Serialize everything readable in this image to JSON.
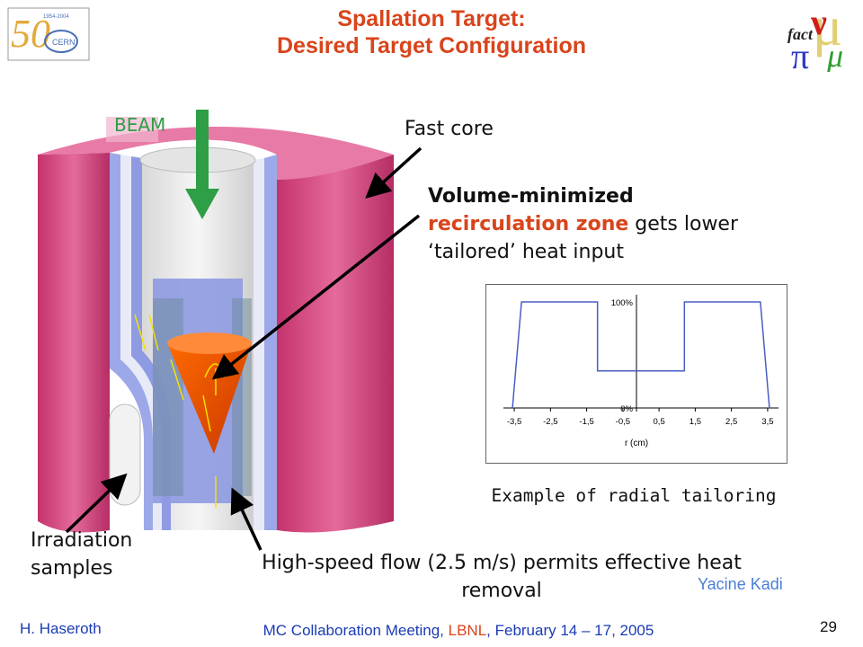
{
  "title": {
    "line1": "Spallation Target:",
    "line2": "Desired Target Configuration"
  },
  "logos": {
    "cern_text": "CERN",
    "cern_years": "1954-2004",
    "cern_number": "50",
    "fact_text": "fact"
  },
  "diagram": {
    "beam_label": "BEAM"
  },
  "labels": {
    "fast_core": "Fast core",
    "volume_bold": "Volume-minimized",
    "volume_red": "recirculation zone",
    "volume_rest1": " gets lower",
    "volume_rest2": "‘tailored’ heat input",
    "irradiation_1": "Irradiation",
    "irradiation_2": "samples",
    "highspeed_1": "High-speed flow (2.5 m/s) permits effective heat",
    "highspeed_2": "removal",
    "caption": "Example of radial tailoring"
  },
  "chart_data": {
    "type": "line",
    "xlabel": "r (cm)",
    "x_ticks": [
      "-3,5",
      "-2,5",
      "-1,5",
      "-0,5",
      "0,5",
      "1,5",
      "2,5",
      "3,5"
    ],
    "y_tick_labels": [
      "100%",
      "0%"
    ],
    "x": [
      -3.55,
      -3.3,
      -1.2,
      -1.2,
      1.2,
      1.2,
      3.3,
      3.55
    ],
    "y": [
      0,
      100,
      100,
      35,
      35,
      100,
      100,
      0
    ],
    "xlim": [
      -3.8,
      3.8
    ],
    "ylim": [
      0,
      100
    ],
    "color": "#4a5fc4"
  },
  "author": "Yacine Kadi",
  "footer": {
    "left": "H. Haseroth",
    "center_pre": "MC Collaboration Meeting, ",
    "center_lbnl": "LBNL",
    "center_post": ", February 14 – 17, 2005",
    "page_number": "29"
  },
  "colors": {
    "title": "#d9441b",
    "beam": "#2e9e47",
    "cylinder_pink": "#d94c86",
    "footer_blue": "#1a3bb5",
    "author_blue": "#4a7fd6"
  }
}
